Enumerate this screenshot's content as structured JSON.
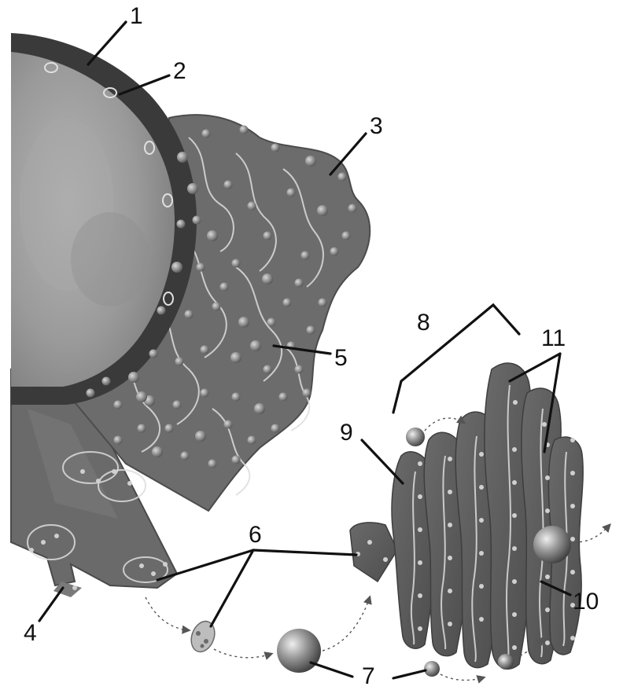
{
  "diagram": {
    "labels": {
      "l1": "1",
      "l2": "2",
      "l3": "3",
      "l4": "4",
      "l5": "5",
      "l6": "6",
      "l7": "7",
      "l8": "8",
      "l9": "9",
      "l10": "10",
      "l11": "11"
    },
    "colors": {
      "nucleus": "#9a9a9a",
      "envelope": "#3a3a3a",
      "er": "#6c6c6c",
      "golgi": "#5e5e5e",
      "ribosome": "#8a8a8a",
      "vesicle": "#9c9c9c"
    }
  }
}
